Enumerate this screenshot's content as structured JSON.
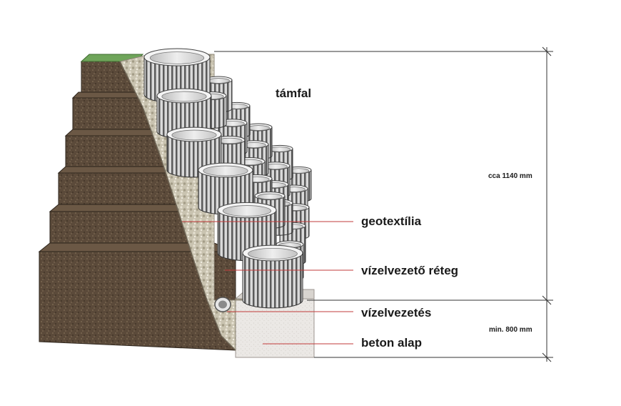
{
  "labels": {
    "wall": "támfal",
    "geotextile": "geotextília",
    "drainage_layer": "vízelvezető réteg",
    "drainage_pipe": "vízelvezetés",
    "concrete_base": "beton alap"
  },
  "dimensions": {
    "wall_height": "cca 1140 mm",
    "foundation_depth": "min. 800 mm"
  },
  "colors": {
    "soil": "#5b4a3a",
    "soil_dark": "#3f3327",
    "gravel": "#cbc6b5",
    "concrete": "#e9e6e3",
    "grass": "#6fa55a",
    "leader_line": "#c23b3b",
    "dimension_line": "#333333"
  }
}
